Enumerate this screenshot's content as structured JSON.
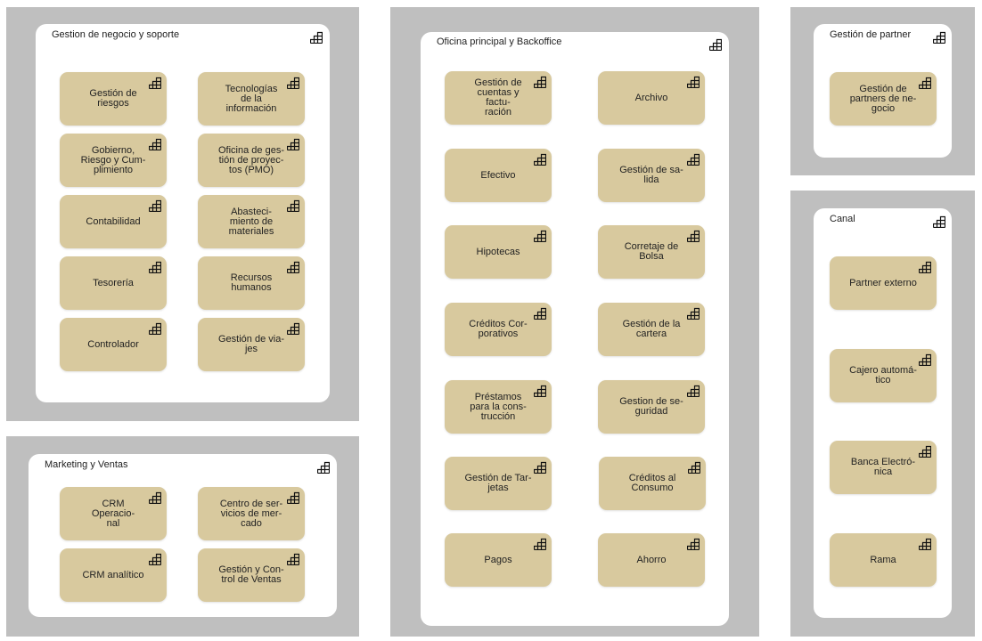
{
  "sections": [
    {
      "id": "gestion-negocio",
      "title": "Gestion de negocio y soporte",
      "items": [
        {
          "label": [
            "Gestión de",
            "riesgos"
          ]
        },
        {
          "label": [
            "Tecnologías",
            "de la",
            "información"
          ]
        },
        {
          "label": [
            "Gobierno,",
            "Riesgo y Cum-",
            "plimiento"
          ]
        },
        {
          "label": [
            "Oficina de ges-",
            "tión de proyec-",
            "tos (PMO)"
          ]
        },
        {
          "label": [
            "Contabilidad"
          ]
        },
        {
          "label": [
            "Abasteci-",
            "miento de",
            "materiales"
          ]
        },
        {
          "label": [
            "Tesorería"
          ]
        },
        {
          "label": [
            "Recursos",
            "humanos"
          ]
        },
        {
          "label": [
            "Controlador"
          ]
        },
        {
          "label": [
            "Gestión de via-",
            "jes"
          ]
        }
      ]
    },
    {
      "id": "marketing-ventas",
      "title": "Marketing y Ventas",
      "items": [
        {
          "label": [
            "CRM Operacio-",
            "nal"
          ]
        },
        {
          "label": [
            "Centro de ser-",
            "vicios de mer-",
            "cado"
          ]
        },
        {
          "label": [
            "CRM analítico"
          ]
        },
        {
          "label": [
            "Gestión y Con-",
            "trol de Ventas"
          ]
        }
      ]
    },
    {
      "id": "oficina-backoffice",
      "title": "Oficina principal y Backoffice",
      "items": [
        {
          "label": [
            "Gestión de",
            "cuentas y factu-",
            "ración"
          ]
        },
        {
          "label": [
            "Archivo"
          ]
        },
        {
          "label": [
            "Efectivo"
          ]
        },
        {
          "label": [
            "Gestión de sa-",
            "lida"
          ]
        },
        {
          "label": [
            "Hipotecas"
          ]
        },
        {
          "label": [
            "Corretaje de",
            "Bolsa"
          ]
        },
        {
          "label": [
            "Créditos Cor-",
            "porativos"
          ]
        },
        {
          "label": [
            "Gestión de la",
            "cartera"
          ]
        },
        {
          "label": [
            "Préstamos",
            "para la cons-",
            "trucción"
          ]
        },
        {
          "label": [
            "Gestion de se-",
            "guridad"
          ]
        },
        {
          "label": [
            "Gestión de Tar-",
            "jetas"
          ]
        },
        {
          "label": [
            "Créditos al",
            "Consumo"
          ]
        },
        {
          "label": [
            "Pagos"
          ]
        },
        {
          "label": [
            "Ahorro"
          ]
        }
      ]
    },
    {
      "id": "gestion-partner",
      "title": "Gestión de partner",
      "items": [
        {
          "label": [
            "Gestión de",
            "partners de ne-",
            "gocio"
          ]
        }
      ]
    },
    {
      "id": "canal",
      "title": "Canal",
      "items": [
        {
          "label": [
            "Partner externo"
          ]
        },
        {
          "label": [
            "Cajero automá-",
            "tico"
          ]
        },
        {
          "label": [
            "Banca Electró-",
            "nica"
          ]
        },
        {
          "label": [
            "Rama"
          ]
        }
      ]
    }
  ],
  "icon": "capability-icon",
  "colors": {
    "background_gray": "#bfbfbf",
    "card": "#ffffff",
    "capability_fill": "#d8c99e"
  }
}
